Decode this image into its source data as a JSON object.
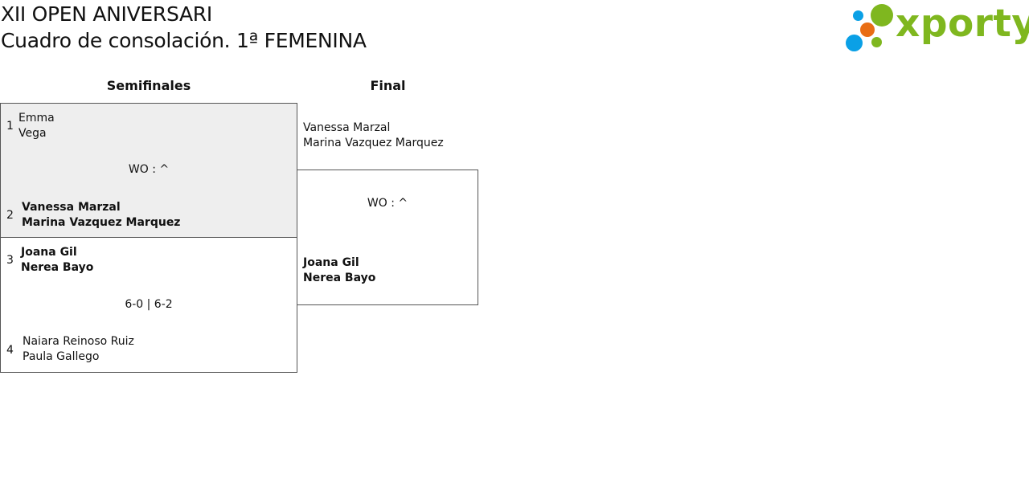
{
  "header": {
    "tournament": "XII OPEN ANIVERSARI",
    "draw_title": "Cuadro de consolación. 1ª FEMENINA"
  },
  "logo": {
    "text": "xporty",
    "colors": {
      "green": "#7fb71f",
      "blue": "#0aa0e6",
      "orange": "#e96d14"
    }
  },
  "rounds": [
    {
      "label": "Semifinales"
    },
    {
      "label": "Final"
    }
  ],
  "semifinals": [
    {
      "highlighted": true,
      "score": "WO : ^",
      "top": {
        "seed": "1",
        "players": [
          "Emma",
          "Vega"
        ],
        "winner": false
      },
      "bottom": {
        "seed": "2",
        "players": [
          "Vanessa Marzal",
          "Marina Vazquez Marquez"
        ],
        "winner": true
      }
    },
    {
      "highlighted": false,
      "score": "6-0 | 6-2",
      "top": {
        "seed": "3",
        "players": [
          "Joana Gil",
          "Nerea Bayo"
        ],
        "winner": true
      },
      "bottom": {
        "seed": "4",
        "players": [
          "Naiara Reinoso Ruiz",
          "Paula Gallego"
        ],
        "winner": false
      }
    }
  ],
  "final": {
    "score": "WO : ^",
    "top": {
      "players": [
        "Vanessa Marzal",
        "Marina Vazquez Marquez"
      ],
      "winner": false
    },
    "bottom": {
      "players": [
        "Joana Gil",
        "Nerea Bayo"
      ],
      "winner": true
    }
  }
}
